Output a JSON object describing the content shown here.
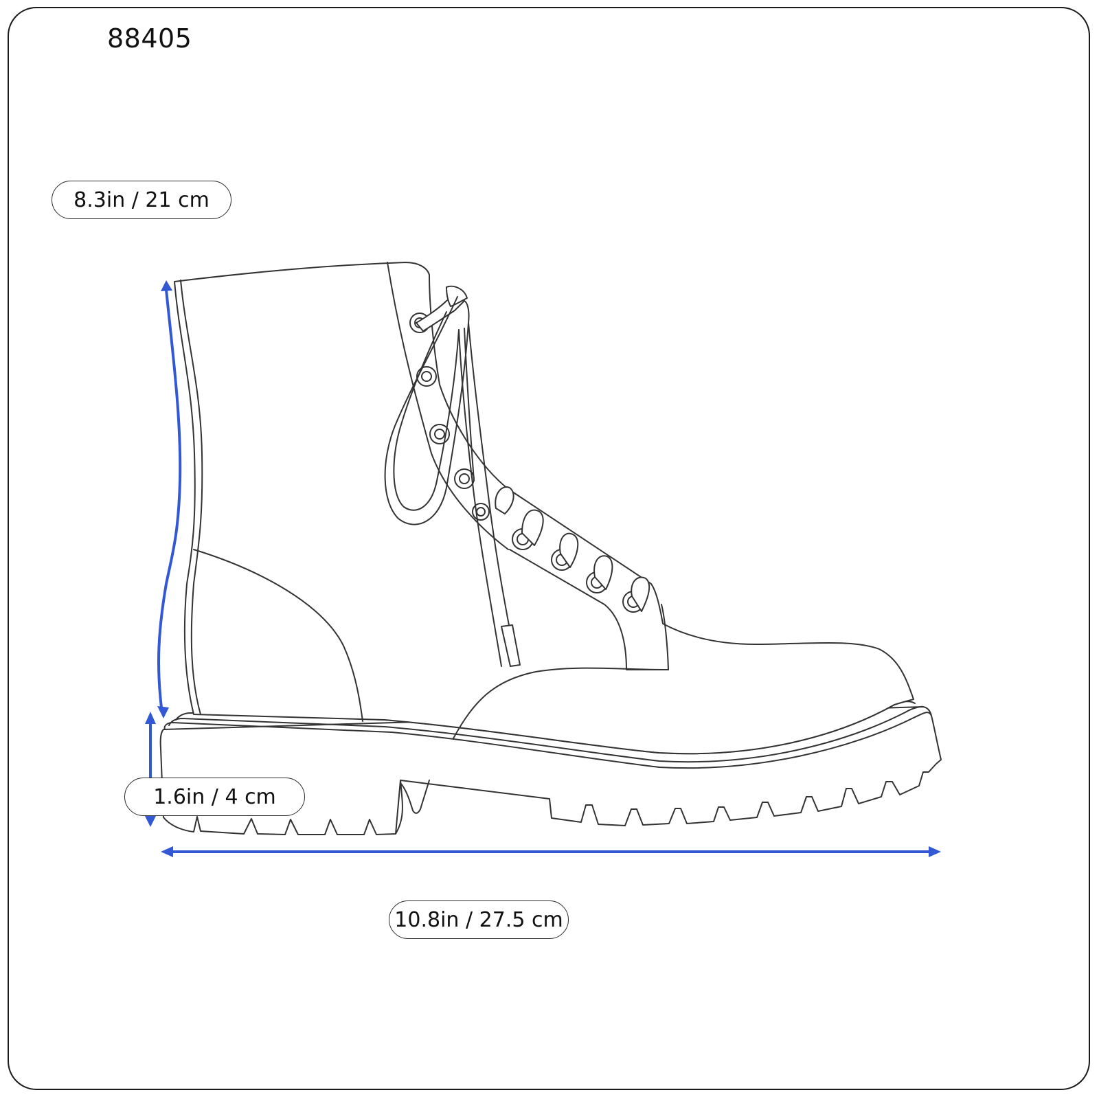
{
  "product": {
    "id": "88405",
    "illustration": "boot-side-view-line-drawing"
  },
  "dimensions": {
    "shaft_height": {
      "label": "8.3in / 21 cm",
      "inches": 8.3,
      "cm": 21
    },
    "heel_height": {
      "label": "1.6in / 4 cm",
      "inches": 1.6,
      "cm": 4
    },
    "length": {
      "label": "10.8in / 27.5 cm",
      "inches": 10.8,
      "cm": 27.5
    }
  },
  "colors": {
    "dimension_arrow": "#3358d4",
    "outline": "#333333",
    "frame": "#1a1a1a",
    "background": "#ffffff"
  }
}
